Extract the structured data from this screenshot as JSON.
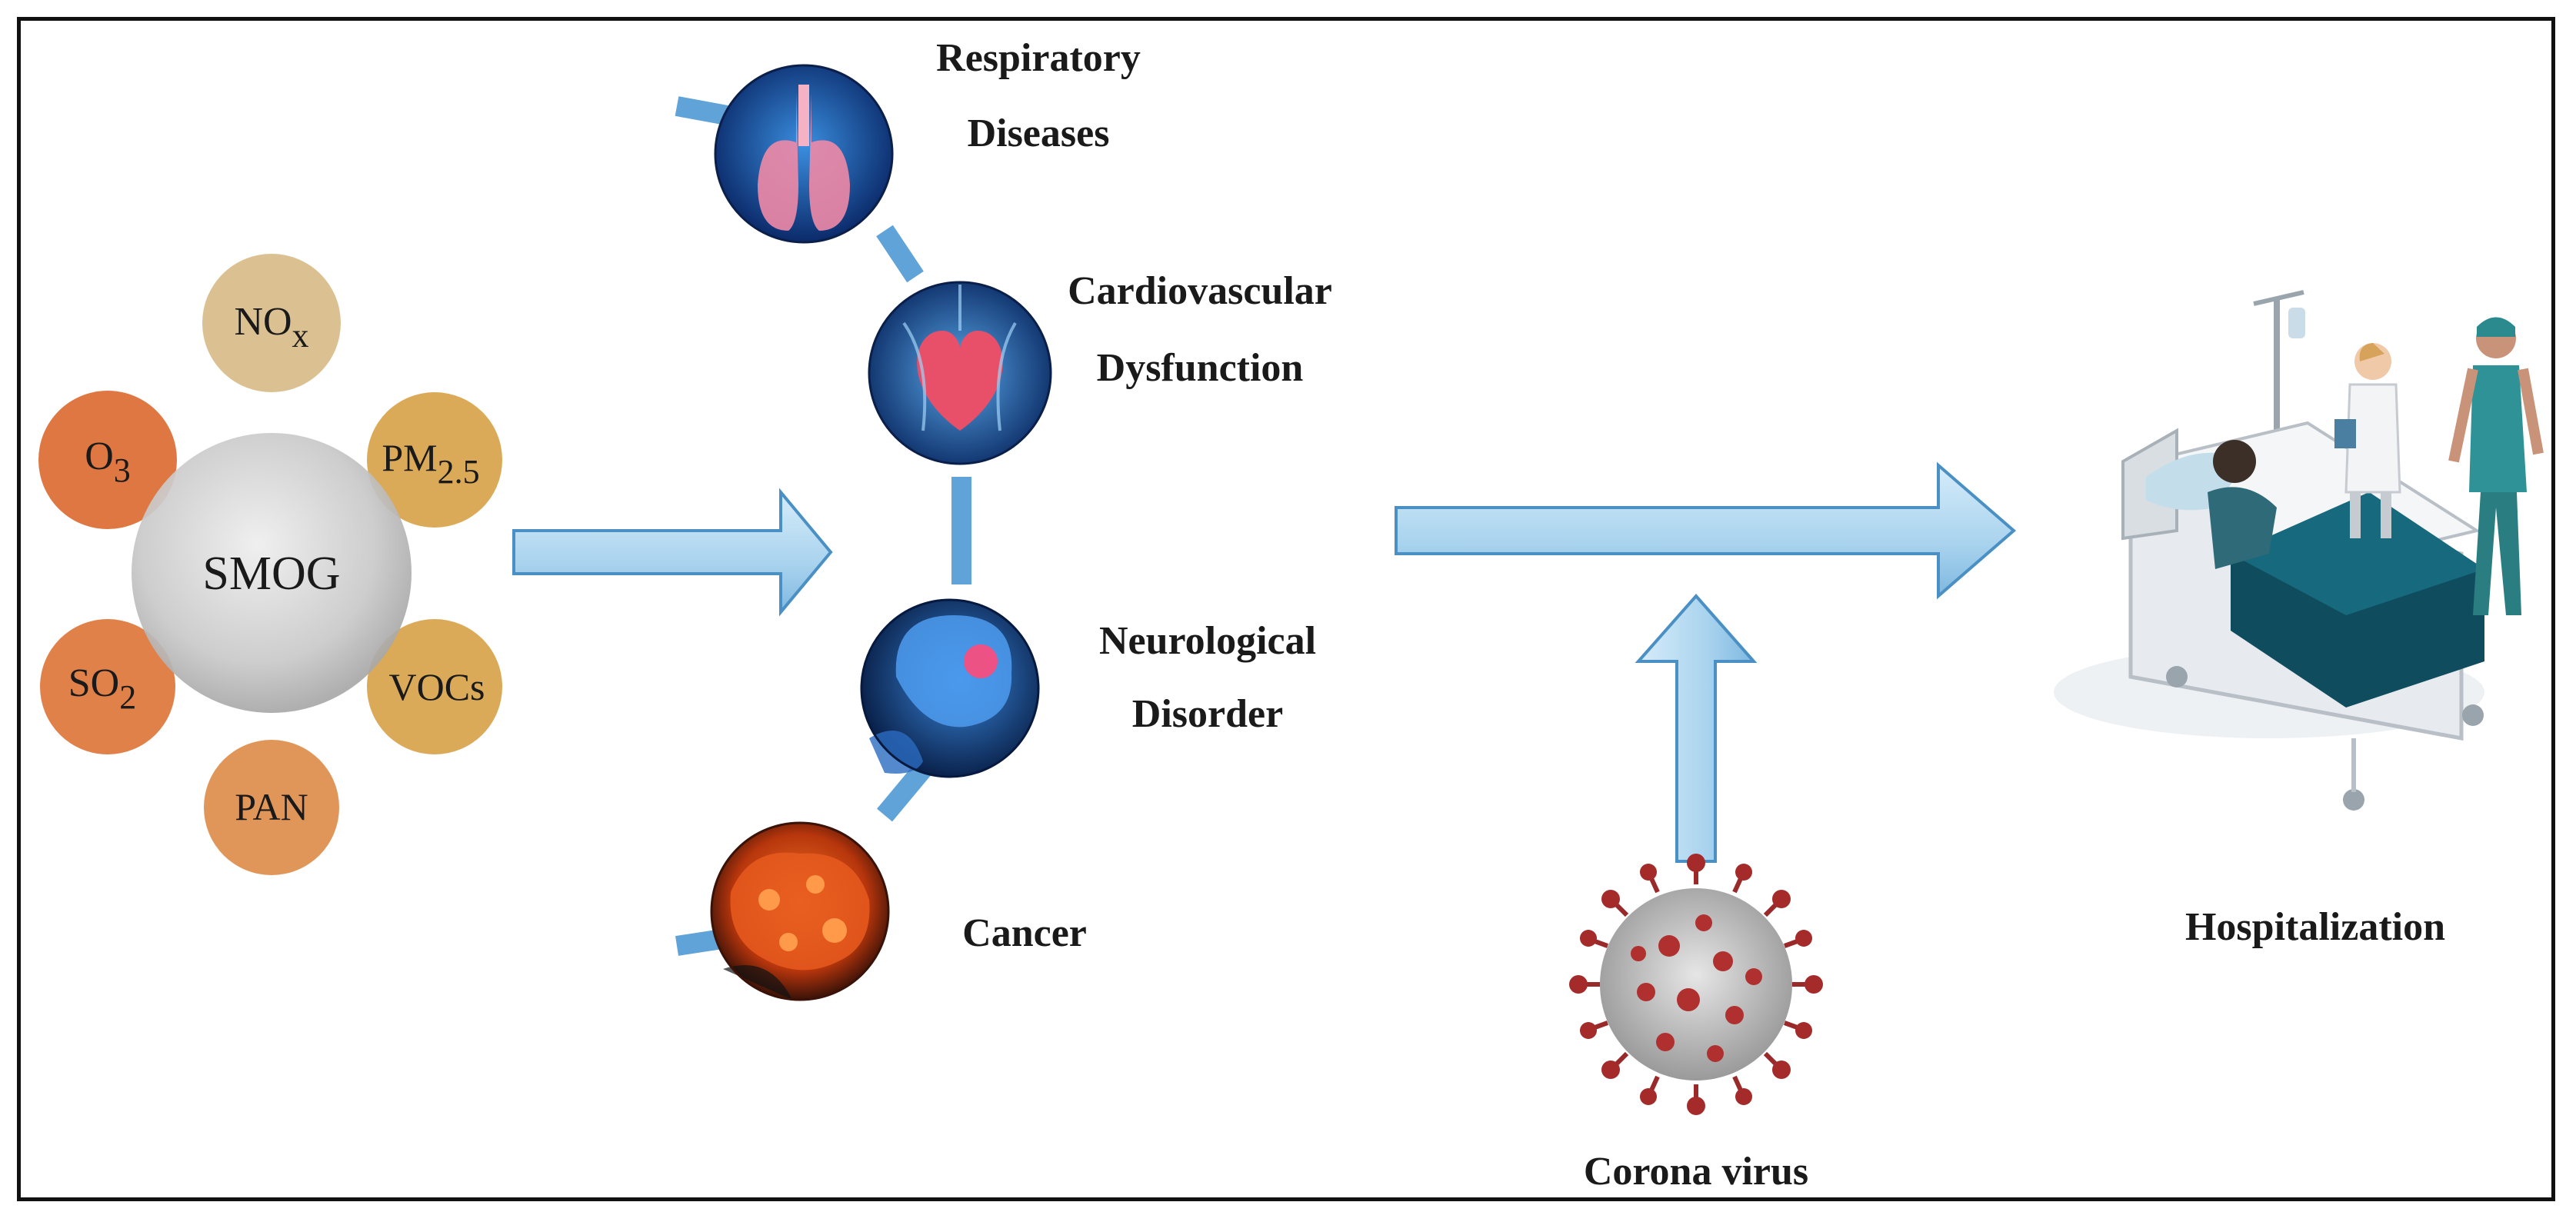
{
  "smog": {
    "center": "SMOG",
    "pollutants": [
      {
        "base": "NO",
        "sub": "x",
        "color": "#d9bd8c"
      },
      {
        "base": "PM",
        "sub": "2.5",
        "color": "#d9a54f"
      },
      {
        "base": "VOCs",
        "sub": "",
        "color": "#d9a54f"
      },
      {
        "base": "PAN",
        "sub": "",
        "color": "#df9050"
      },
      {
        "base": "SO",
        "sub": "2",
        "color": "#df7a40"
      },
      {
        "base": "O",
        "sub": "3",
        "color": "#dc7038"
      }
    ]
  },
  "diseases": [
    {
      "line1": "Respiratory",
      "line2": "Diseases",
      "icon": "lungs-icon"
    },
    {
      "line1": "Cardiovascular",
      "line2": "Dysfunction",
      "icon": "heart-icon"
    },
    {
      "line1": "Neurological",
      "line2": "Disorder",
      "icon": "brain-icon"
    },
    {
      "line1": "Cancer",
      "line2": "",
      "icon": "cancer-cell-icon"
    }
  ],
  "virus_label": "Corona virus",
  "outcome_label": "Hospitalization",
  "colors": {
    "arrow_fill": "#a9d3ee",
    "arrow_stroke": "#4a90c4",
    "connector": "#5fa3d8"
  }
}
